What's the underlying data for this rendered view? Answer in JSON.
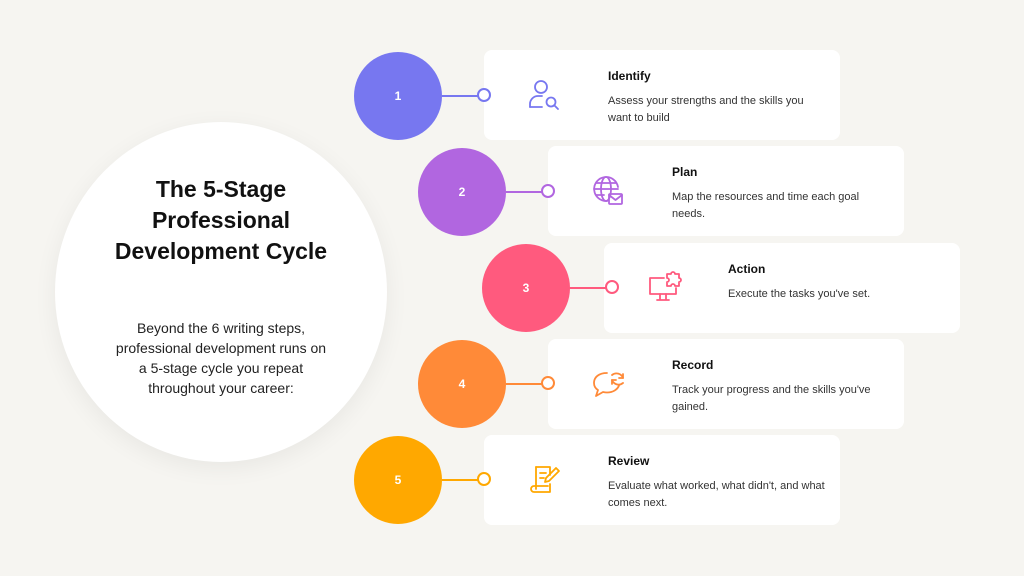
{
  "hero": {
    "title": "The 5-Stage Professional Development Cycle",
    "description": "Beyond the 6 writing steps, professional development runs on a 5-stage cycle you repeat throughout your career:"
  },
  "stages": [
    {
      "number": "1",
      "title": "Identify",
      "description": " Assess your strengths and the skills you want to build",
      "icon": "user-search-icon",
      "color": "#7777f0"
    },
    {
      "number": "2",
      "title": "Plan",
      "description": "Map the resources and time each goal needs.",
      "icon": "globe-mail-icon",
      "color": "#b166e0"
    },
    {
      "number": "3",
      "title": "Action",
      "description": "Execute the tasks you've set.",
      "icon": "monitor-puzzle-icon",
      "color": "#ff5a7e"
    },
    {
      "number": "4",
      "title": "Record",
      "description": "Track your progress and the skills you've gained.",
      "icon": "chat-refresh-icon",
      "color": "#ff8a38"
    },
    {
      "number": "5",
      "title": "Review",
      "description": "Evaluate what worked, what didn't, and what comes next.",
      "icon": "scroll-pen-icon",
      "color": "#ffa800"
    }
  ]
}
